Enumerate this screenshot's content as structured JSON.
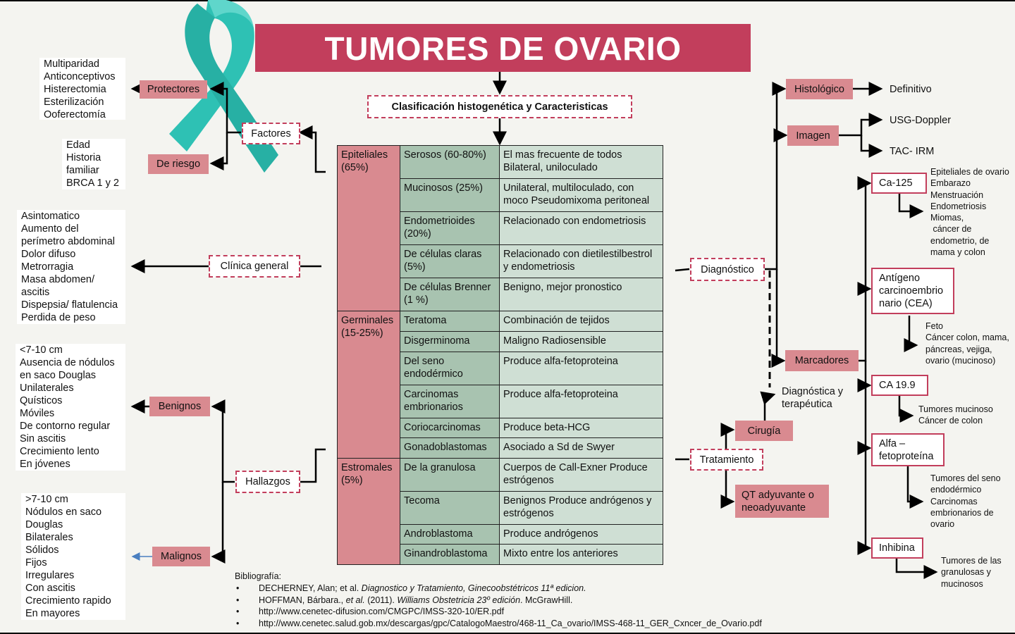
{
  "title": "TUMORES DE OVARIO",
  "classification": "Clasificación histogenética y Caracteristicas",
  "factores": {
    "label": "Factores",
    "protectores": {
      "label": "Protectores",
      "items": [
        "Multiparidad",
        "Anticonceptivos",
        "Histerectomia",
        "Esterilización",
        "Ooferectomía"
      ]
    },
    "riesgo": {
      "label": "De riesgo",
      "items": [
        "Edad",
        "Historia",
        "familiar",
        "BRCA 1 y 2"
      ]
    }
  },
  "clinica": {
    "label": "Clínica general",
    "items": [
      "Asintomatico",
      "Aumento del",
      "perímetro abdominal",
      "Dolor difuso",
      "Metrorragia",
      "Masa abdomen/",
      "ascitis",
      "Dispepsia/ flatulencia",
      "Perdida de peso"
    ]
  },
  "hallazgos": {
    "label": "Hallazgos",
    "benignos": {
      "label": "Benignos",
      "items": [
        "<7-10 cm",
        "Ausencia de nódulos",
        "en saco Douglas",
        "Unilaterales",
        "Quísticos",
        "Móviles",
        "De contorno regular",
        "Sin ascitis",
        "Crecimiento lento",
        "En jóvenes"
      ]
    },
    "malignos": {
      "label": "Malignos",
      "items": [
        ">7-10 cm",
        "Nódulos en saco",
        "Douglas",
        "Bilaterales",
        "Sólidos",
        "Fijos",
        "Irregulares",
        "Con ascitis",
        "Crecimiento rapido",
        "En mayores"
      ]
    }
  },
  "table": {
    "groups": [
      {
        "name": "Epiteliales (65%)",
        "rows": [
          {
            "type": "Serosos (60-80%)",
            "desc": "El mas frecuente de todos Bilateral, uniloculado"
          },
          {
            "type": "Mucinosos (25%)",
            "desc": "Unilateral, multiloculado, con moco Pseudomixoma peritoneal"
          },
          {
            "type": "Endometrioides (20%)",
            "desc": "Relacionado con endometriosis"
          },
          {
            "type": "De células claras (5%)",
            "desc": "Relacionado con dietilestilbestrol y endometriosis"
          },
          {
            "type": "De células Brenner (1 %)",
            "desc": "Benigno, mejor pronostico"
          }
        ]
      },
      {
        "name": "Germinales (15-25%)",
        "rows": [
          {
            "type": "Teratoma",
            "desc": "Combinación de tejidos"
          },
          {
            "type": "Disgerminoma",
            "desc": "Maligno Radiosensible"
          },
          {
            "type": "Del seno endodérmico",
            "desc": "Produce alfa-fetoproteina"
          },
          {
            "type": "Carcinomas embrionarios",
            "desc": "Produce alfa-fetoproteina"
          },
          {
            "type": "Coriocarcinomas",
            "desc": "Produce beta-HCG"
          },
          {
            "type": "Gonadoblastomas",
            "desc": "Asociado a Sd de Swyer"
          }
        ]
      },
      {
        "name": "Estromales (5%)",
        "rows": [
          {
            "type": "De la granulosa",
            "desc": "Cuerpos de Call-Exner Produce estrógenos"
          },
          {
            "type": "Tecoma",
            "desc": "Benignos Produce andrógenos y estrógenos"
          },
          {
            "type": "Androblastoma",
            "desc": "Produce andrógenos"
          },
          {
            "type": "Ginandroblastoma",
            "desc": "Mixto entre los anteriores"
          }
        ]
      }
    ]
  },
  "diagnostico": {
    "label": "Diagnóstico",
    "histologico": {
      "label": "Histológico",
      "result": "Definitivo"
    },
    "imagen": {
      "label": "Imagen",
      "items": [
        "USG-Doppler",
        "TAC- IRM"
      ]
    },
    "marcadores": {
      "label": "Marcadores",
      "items": [
        {
          "name": "Ca-125",
          "desc": [
            "Epiteliales de ovario",
            "Embarazo",
            "Menstruación",
            "Endometriosis",
            "Miomas,",
            " cáncer de",
            "endometrio, de",
            "mama y colon"
          ]
        },
        {
          "name": "Antígeno carcinoembrio nario  (CEA)",
          "desc": [
            "Feto",
            "Cáncer colon, mama,",
            "páncreas, vejiga,",
            "ovario (mucinoso)"
          ]
        },
        {
          "name": "CA 19.9",
          "desc": [
            "Tumores mucinoso",
            "Cáncer de colon"
          ]
        },
        {
          "name": "Alfa – fetoproteína",
          "desc": [
            "Tumores del seno",
            "endodérmico",
            "Carcinomas",
            "embrionarios de",
            "ovario"
          ]
        },
        {
          "name": "Inhibina",
          "desc": [
            "Tumores de las",
            "granulosas y",
            "mucinosos"
          ]
        }
      ]
    },
    "diag_terap": "Diagnóstica y terapéutica"
  },
  "tratamiento": {
    "label": "Tratamiento",
    "cirugia": "Cirugía",
    "qt": "QT adyuvante o neoadyuvante"
  },
  "bibliografia": {
    "label": "Bibliografía:",
    "items": [
      {
        "plain": "DECHERNEY, Alan; et al. ",
        "italic": "Diagnostico y Tratamiento, Ginecoobstétricos 11ª edicion.",
        "after": ""
      },
      {
        "plain": "HOFFMAN, Bárbara., ",
        "italic": "et al.",
        "after": " (2011). ",
        "italic2": "Williams Obstetricia 23º edición",
        "after2": ". McGrawHill."
      },
      {
        "plain": "http://www.cenetec-difusion.com/CMGPC/IMSS-320-10/ER.pdf"
      },
      {
        "plain": "http://www.cenetec.salud.gob.mx/descargas/gpc/CatalogoMaestro/468-11_Ca_ovario/IMSS-468-11_GER_Cxncer_de_Ovario.pdf"
      }
    ]
  },
  "colors": {
    "accent": "#c23e5c",
    "pink": "#d98a90",
    "green_dark": "#a8c3b0",
    "green_light": "#cfdfd4",
    "ribbon": "#2ec1b4"
  }
}
